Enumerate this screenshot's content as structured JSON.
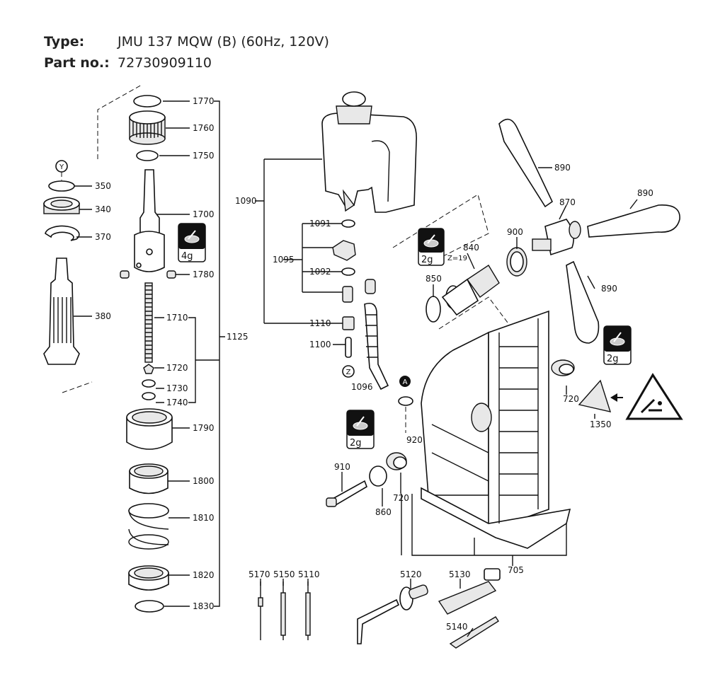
{
  "header": {
    "type_label": "Type:",
    "type_value": "JMU 137 MQW (B) (60Hz, 120V)",
    "part_label": "Part no.:",
    "part_value": "72730909110"
  },
  "markers": {
    "y": "Y",
    "z": "Z",
    "a": "A"
  },
  "grease": {
    "g4": "4g",
    "g2": "2g"
  },
  "note_z19": "Z=19",
  "parts": {
    "p1770": "1770",
    "p1760": "1760",
    "p1750": "1750",
    "p1700": "1700",
    "p1780": "1780",
    "p1710": "1710",
    "p1720": "1720",
    "p1730": "1730",
    "p1740": "1740",
    "p1790": "1790",
    "p1800": "1800",
    "p1810": "1810",
    "p1820": "1820",
    "p1830": "1830",
    "p1125": "1125",
    "p350": "350",
    "p340": "340",
    "p370": "370",
    "p380": "380",
    "p1090": "1090",
    "p1091": "1091",
    "p1095": "1095",
    "p1092": "1092",
    "p1110": "1110",
    "p1100": "1100",
    "p1096": "1096",
    "p890a": "890",
    "p890b": "890",
    "p890c": "890",
    "p870": "870",
    "p900": "900",
    "p840": "840",
    "p850": "850",
    "p720a": "720",
    "p720b": "720",
    "p1350": "1350",
    "p920": "920",
    "p910": "910",
    "p860": "860",
    "p705": "705",
    "p5170": "5170",
    "p5150": "5150",
    "p5110": "5110",
    "p5120": "5120",
    "p5130": "5130",
    "p5140": "5140"
  }
}
